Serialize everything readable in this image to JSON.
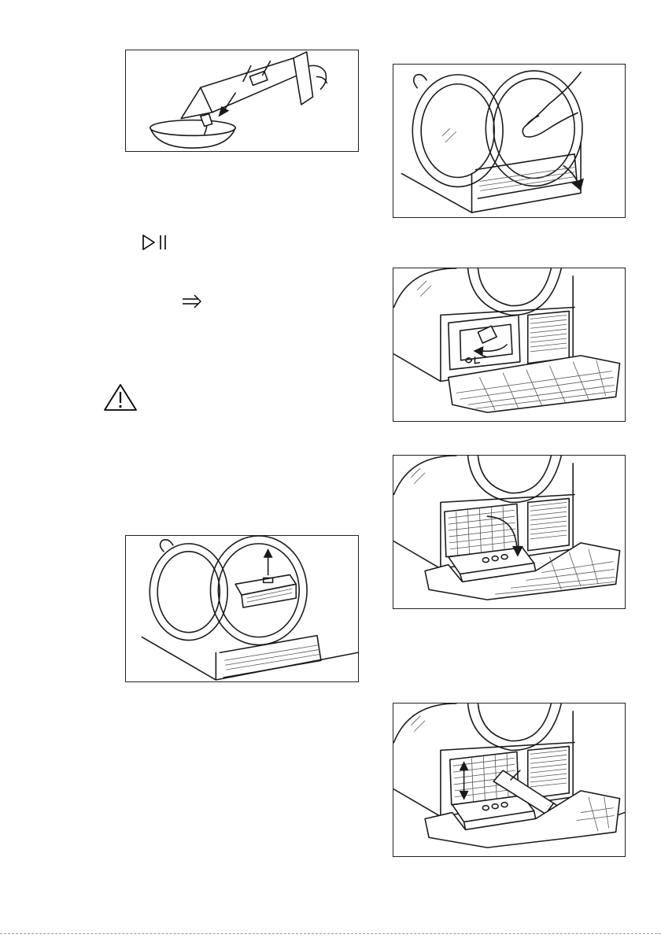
{
  "icons": {
    "start_pause": "start-pause-icon",
    "rinse_arrows": "flow-arrows-icon",
    "warning": "warning-triangle-icon"
  },
  "illustrations": [
    "water-container-emptying",
    "door-opening-plinth",
    "filter-cover-open",
    "filter-removed",
    "water-container-removed",
    "filter-vacuum-cleaning"
  ]
}
